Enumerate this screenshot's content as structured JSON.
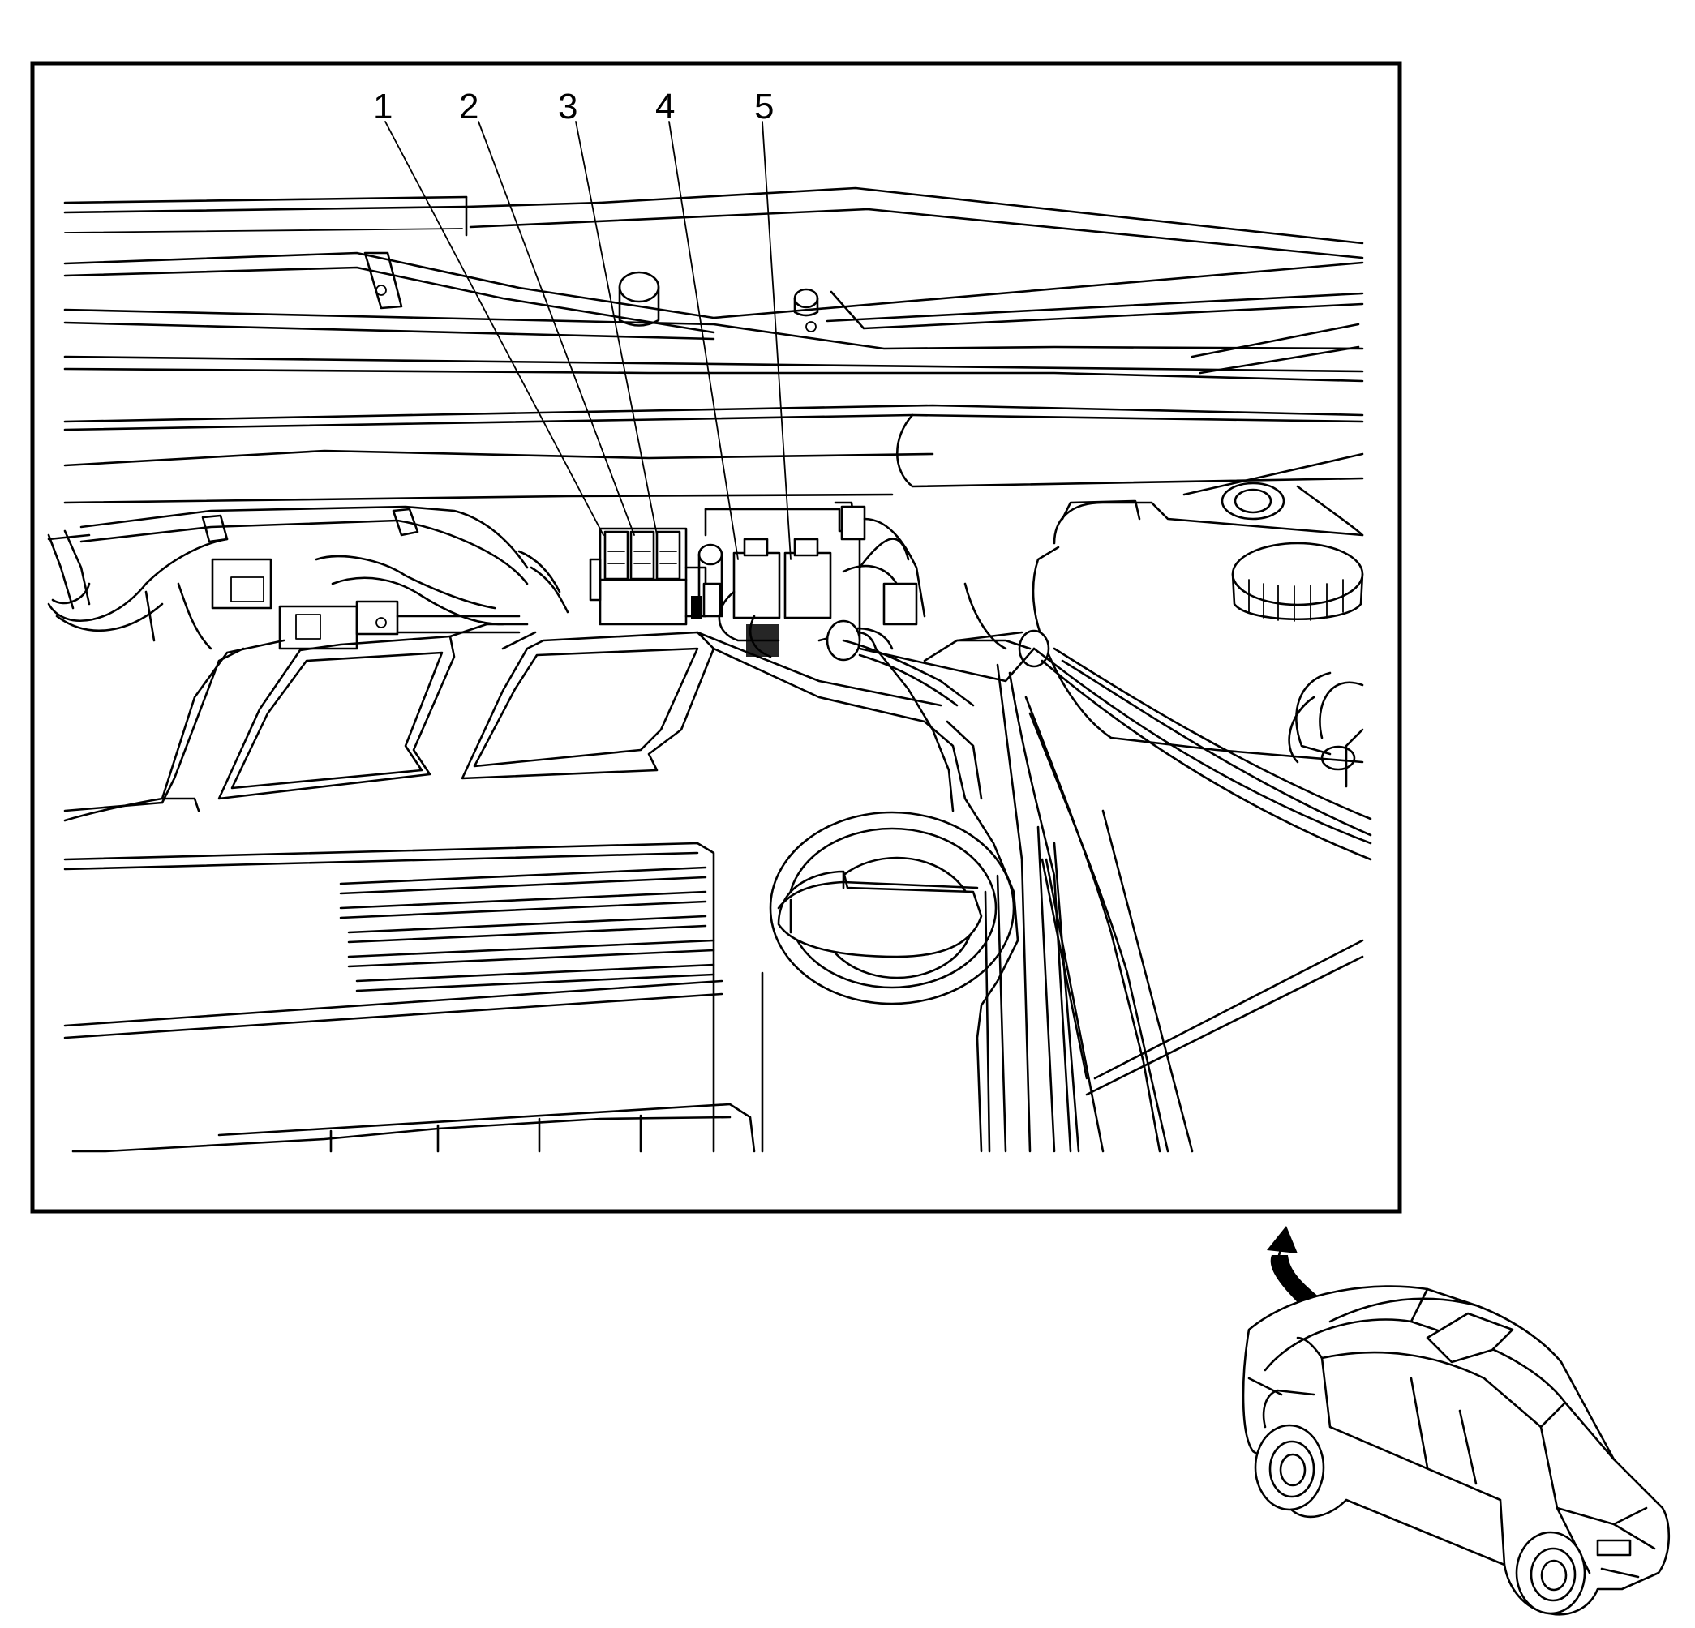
{
  "diagram": {
    "callouts": [
      {
        "id": "1",
        "label": "1"
      },
      {
        "id": "2",
        "label": "2"
      },
      {
        "id": "3",
        "label": "3"
      },
      {
        "id": "4",
        "label": "4"
      },
      {
        "id": "5",
        "label": "5"
      }
    ],
    "inset_view": "vehicle-locator",
    "arrow_icon": "curved-arrow-icon",
    "colors": {
      "line": "#000000",
      "background": "#ffffff"
    }
  }
}
